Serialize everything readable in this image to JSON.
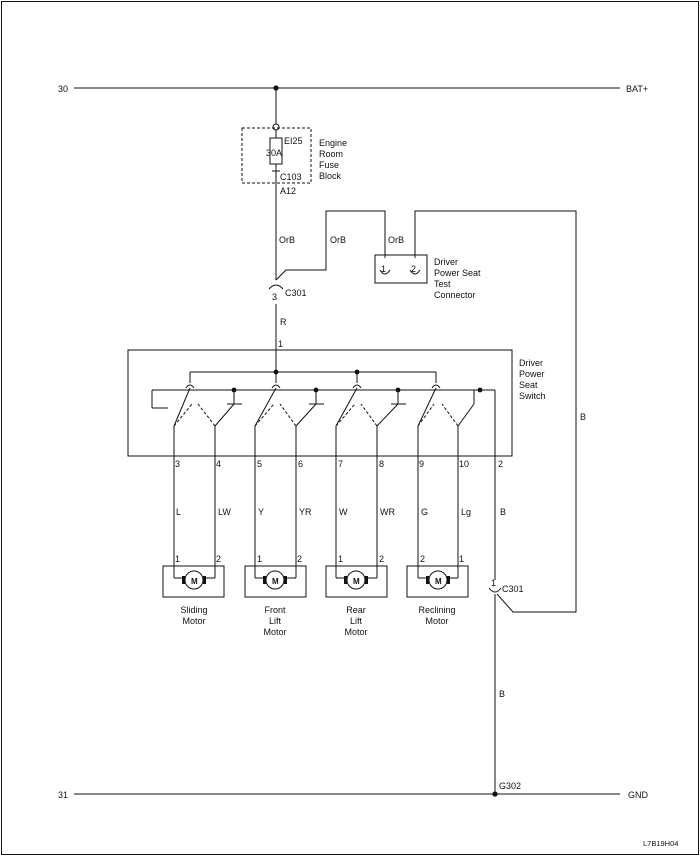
{
  "rails": {
    "top_left": "30",
    "top_right": "BAT+",
    "bottom_left": "31",
    "bottom_right": "GND"
  },
  "fuse": {
    "id": "EI25",
    "rating": "30A",
    "block_lines": [
      "Engine",
      "Room",
      "Fuse",
      "Block"
    ],
    "connector": "C103",
    "pin": "A12"
  },
  "wires": {
    "orb_1": "OrB",
    "orb_2": "OrB",
    "orb_3": "OrB",
    "r": "R",
    "b_right": "B",
    "b_switch": "B",
    "b_ground": "B",
    "motor_wires": [
      "L",
      "LW",
      "Y",
      "YR",
      "W",
      "WR",
      "G",
      "Lg"
    ]
  },
  "connectors": {
    "c301_top": "C301",
    "c301_top_pin": "3",
    "c301_bottom": "C301",
    "c301_bottom_pin": "1",
    "ground": "G302"
  },
  "test_connector": {
    "pins": [
      "1",
      "2"
    ],
    "label_lines": [
      "Driver",
      "Power Seat",
      "Test",
      "Connector"
    ]
  },
  "switch": {
    "label_lines": [
      "Driver",
      "Power",
      "Seat",
      "Switch"
    ],
    "input_pin": "1",
    "pins": [
      "3",
      "4",
      "5",
      "6",
      "7",
      "8",
      "9",
      "10",
      "2"
    ]
  },
  "motors": [
    {
      "pins": [
        "1",
        "2"
      ],
      "symbol": "M",
      "label_lines": [
        "Sliding",
        "Motor"
      ]
    },
    {
      "pins": [
        "1",
        "2"
      ],
      "symbol": "M",
      "label_lines": [
        "Front",
        "Lift",
        "Motor"
      ]
    },
    {
      "pins": [
        "1",
        "2"
      ],
      "symbol": "M",
      "label_lines": [
        "Rear",
        "Lift",
        "Motor"
      ]
    },
    {
      "pins": [
        "2",
        "1"
      ],
      "symbol": "M",
      "label_lines": [
        "Reclining",
        "Motor"
      ]
    }
  ],
  "figure_id": "L7B19H04"
}
